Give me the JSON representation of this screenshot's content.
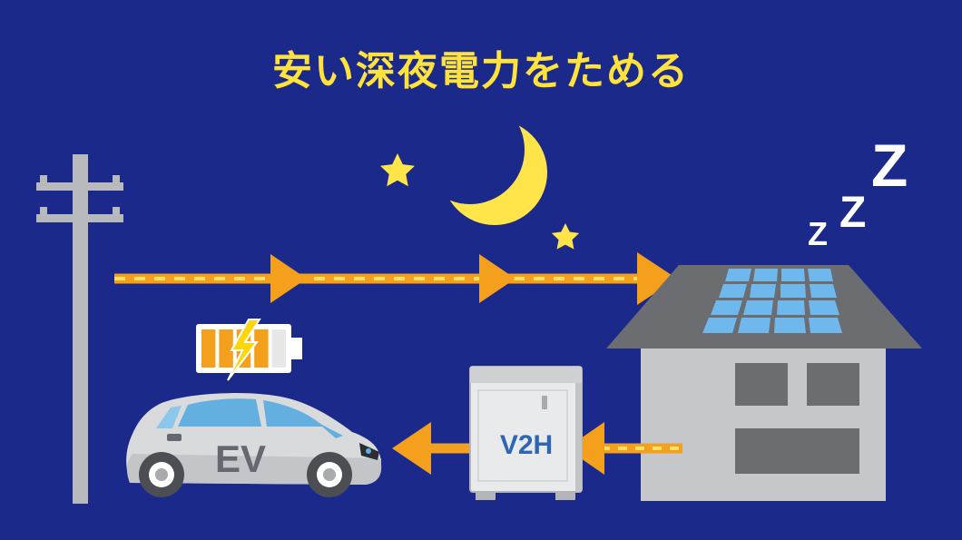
{
  "title": "安い深夜電力をためる",
  "labels": {
    "ev": "EV",
    "v2h": "V2H",
    "sleep_small": "Z",
    "sleep_medium": "Z",
    "sleep_large": "Z"
  },
  "battery": {
    "level": 0.8
  },
  "colors": {
    "background": "#1b2a8a",
    "title": "#ffe33c",
    "flow": "#f5a01c",
    "flow_stripe": "#ffe066",
    "moon": "#ffe54a",
    "pole": "#b7b9bd",
    "house_wall": "#c6c7ca",
    "roof": "#6b6d70",
    "solar_cell": "#6fb8ee",
    "car_body": "#d9dadc",
    "v2h_body": "#e9eaeb",
    "v2h_text": "#2e66b3"
  },
  "icons": [
    "utility-pole-icon",
    "moon-icon",
    "star-icon",
    "house-icon",
    "solar-panel-icon",
    "battery-icon",
    "lightning-icon",
    "car-icon",
    "v2h-charger-icon"
  ]
}
